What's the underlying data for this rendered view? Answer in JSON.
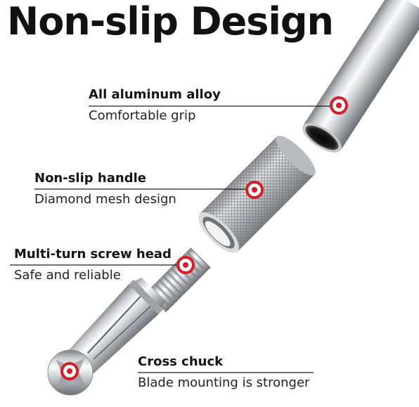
{
  "title": "Non-slip Design",
  "colors": {
    "marker": "#d41e2a",
    "leader_line": "#1e1e1e",
    "metal_light": "#f4f4f4",
    "metal_mid": "#b9bcc0",
    "metal_dark": "#6f7378"
  },
  "icons": [
    "feature-marker-icon"
  ],
  "features": [
    {
      "heading": "All aluminum alloy",
      "subtext": "Comfortable grip"
    },
    {
      "heading": "Non-slip handle",
      "subtext": "Diamond mesh design"
    },
    {
      "heading": "Multi-turn screw head",
      "subtext": "Safe and reliable"
    },
    {
      "heading": "Cross chuck",
      "subtext": "Blade mounting is stronger"
    }
  ]
}
